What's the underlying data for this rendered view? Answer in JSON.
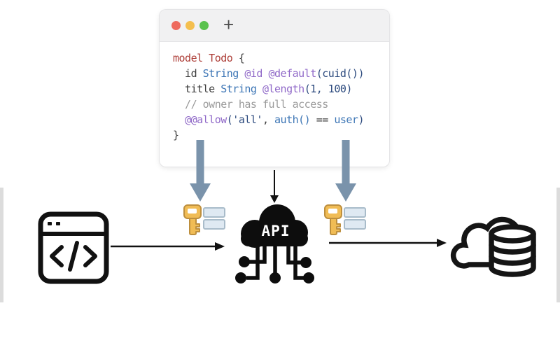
{
  "code_window": {
    "traffic_lights": [
      {
        "name": "close",
        "color": "#ee6a5e"
      },
      {
        "name": "minimize",
        "color": "#f4bf4f"
      },
      {
        "name": "zoom",
        "color": "#5ac24e"
      }
    ],
    "new_tab_label": "+",
    "code_lines": [
      [
        {
          "t": "model Todo ",
          "c": "kw"
        },
        {
          "t": "{",
          "c": "pl"
        }
      ],
      [
        {
          "t": "  id ",
          "c": "pl"
        },
        {
          "t": "String ",
          "c": "ty"
        },
        {
          "t": "@id ",
          "c": "at"
        },
        {
          "t": "@default",
          "c": "at"
        },
        {
          "t": "(cuid())",
          "c": "va"
        }
      ],
      [
        {
          "t": "  title ",
          "c": "pl"
        },
        {
          "t": "String ",
          "c": "ty"
        },
        {
          "t": "@length",
          "c": "at"
        },
        {
          "t": "(1, 100)",
          "c": "va"
        }
      ],
      [
        {
          "t": "  // owner has full access",
          "c": "cm"
        }
      ],
      [
        {
          "t": "  ",
          "c": "pl"
        },
        {
          "t": "@@allow",
          "c": "at"
        },
        {
          "t": "('all'",
          "c": "va"
        },
        {
          "t": ", ",
          "c": "pl"
        },
        {
          "t": "auth()",
          "c": "ty"
        },
        {
          "t": " == ",
          "c": "pl"
        },
        {
          "t": "user",
          "c": "ty"
        },
        {
          "t": ")",
          "c": "va"
        }
      ],
      [
        {
          "t": "}",
          "c": "pl"
        }
      ]
    ]
  },
  "syntax_colors": {
    "keyword": "#ad3e38",
    "plain": "#3d3d3d",
    "type": "#3c75b5",
    "attribute": "#9069c8",
    "value": "#2c4a7e",
    "comment": "#9a9a9a"
  },
  "api_cloud": {
    "label": "API"
  },
  "icons": {
    "client": "browser-code-window-icon",
    "auth_left": "key-credentials-icon",
    "auth_right": "key-credentials-icon",
    "api": "api-cloud-circuit-icon",
    "database": "cloud-database-icon"
  },
  "arrow_colors": {
    "policy_arrows": "#7a93ab",
    "flow_arrows": "#111111"
  },
  "icon_colors": {
    "key_gold": "#f0bc55",
    "key_outline": "#bd8f3e",
    "field_fill": "#dfe9f2",
    "field_border": "#a9bcca",
    "line_black": "#111111"
  }
}
